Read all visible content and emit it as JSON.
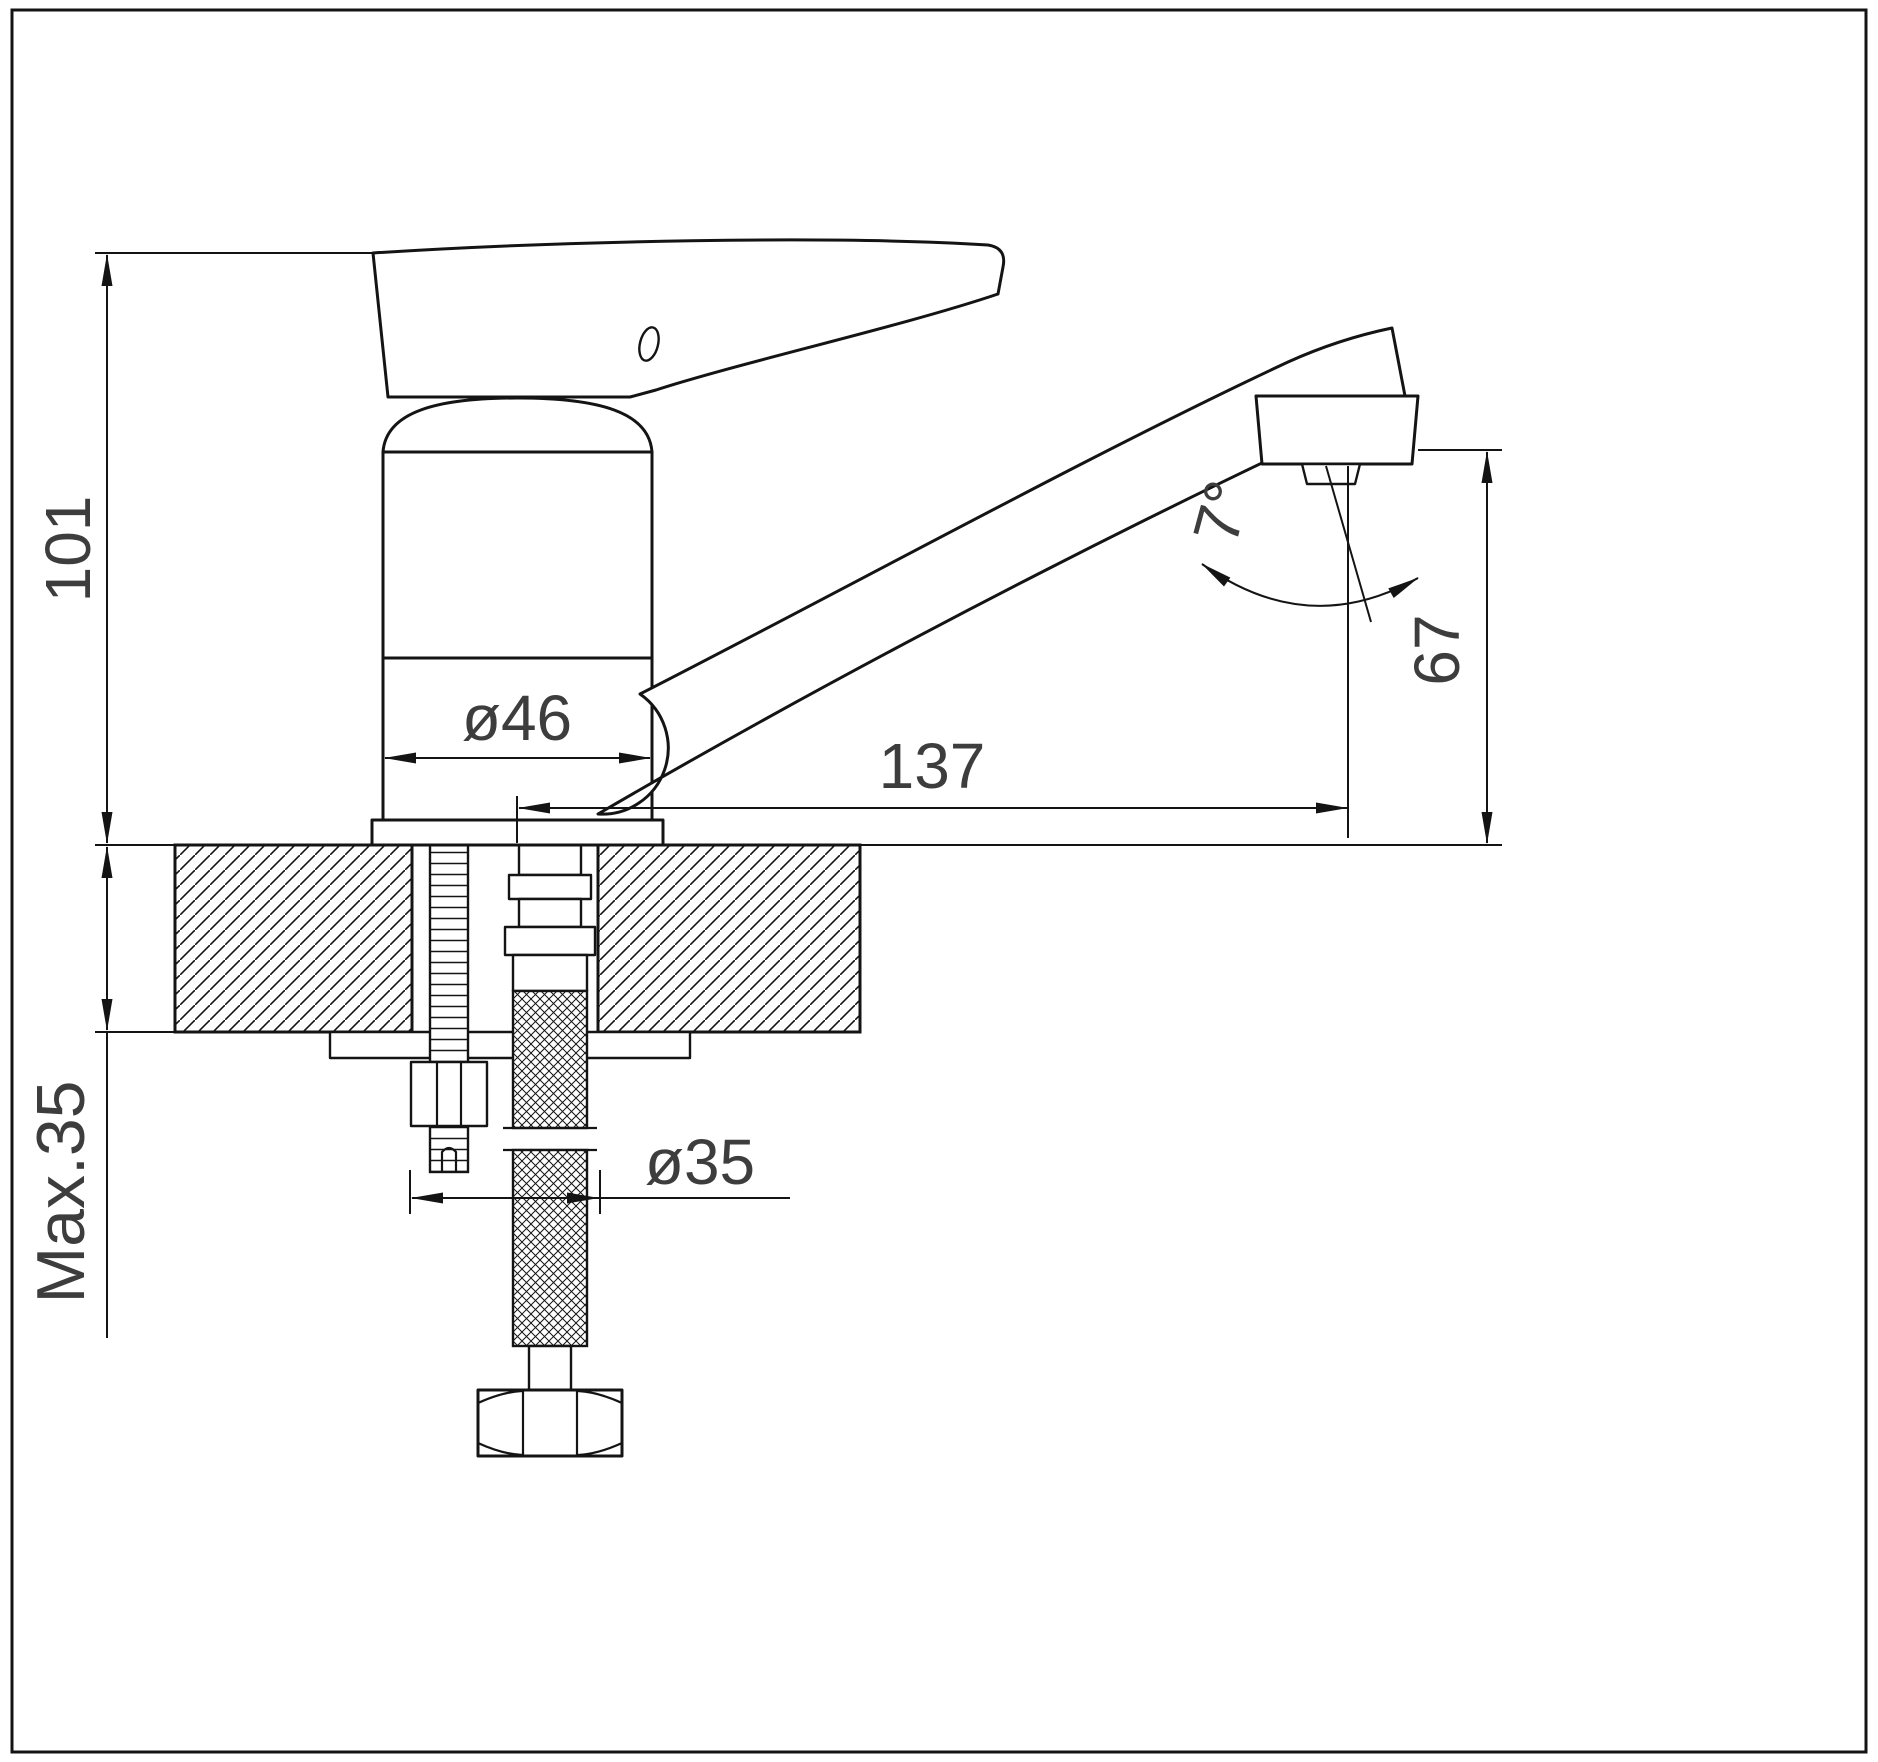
{
  "drawing": {
    "background": "#ffffff",
    "line_color": "#141414",
    "text_color": "#3d3d3d",
    "dimensions": {
      "body_height": "101",
      "max_counter_thickness": "Max.35",
      "outlet_height": "67",
      "spout_reach": "137",
      "body_diameter": "ø46",
      "hole_diameter": "ø35",
      "spout_angle": "7°"
    }
  }
}
